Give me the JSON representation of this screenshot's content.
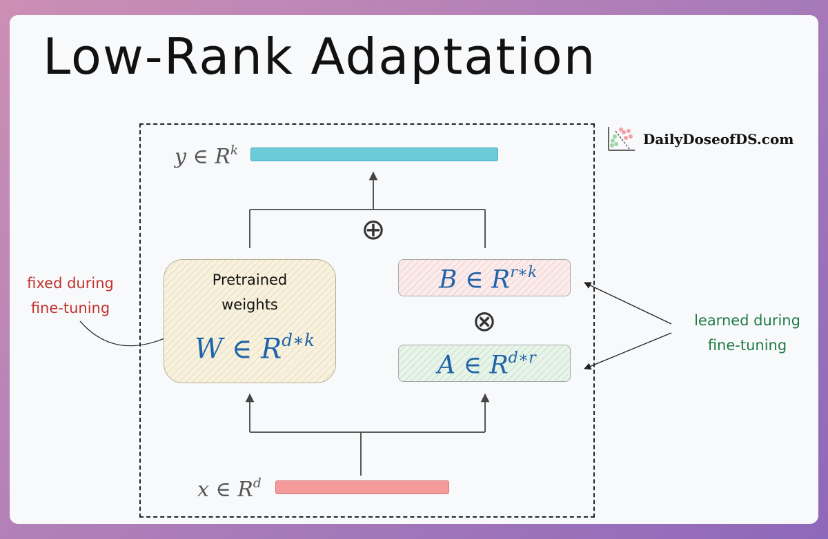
{
  "title": "Low-Rank Adaptation",
  "brand": {
    "name": "DailyDoseofDS.com",
    "logo_icon": "scatter-plot-logo-icon"
  },
  "output": {
    "var": "y",
    "op": "∈",
    "space": "R",
    "dim": "k",
    "bar_color": "#6dcbd9"
  },
  "input": {
    "var": "x",
    "op": "∈",
    "space": "R",
    "dim": "d",
    "bar_color": "#f59a9a"
  },
  "pretrained": {
    "line1": "Pretrained",
    "line2": "weights",
    "var": "W",
    "op": "∈",
    "space": "R",
    "dim": "d∗k",
    "fill_color": "#f7f1de"
  },
  "matrix_b": {
    "var": "B",
    "op": "∈",
    "space": "R",
    "dim": "r∗k",
    "fill_color": "#fbecec"
  },
  "matrix_a": {
    "var": "A",
    "op": "∈",
    "space": "R",
    "dim": "d∗r",
    "fill_color": "#e8f4ea"
  },
  "operators": {
    "add": "⊕",
    "multiply": "⊗"
  },
  "annotations": {
    "fixed": {
      "line1": "fixed during",
      "line2": "fine-tuning",
      "color": "#c0332c"
    },
    "learned": {
      "line1": "learned during",
      "line2": "fine-tuning",
      "color": "#1e7a45"
    }
  },
  "colors": {
    "math_blue": "#1f64a8",
    "wire": "#444444",
    "background_card": "#f8f9fb"
  }
}
